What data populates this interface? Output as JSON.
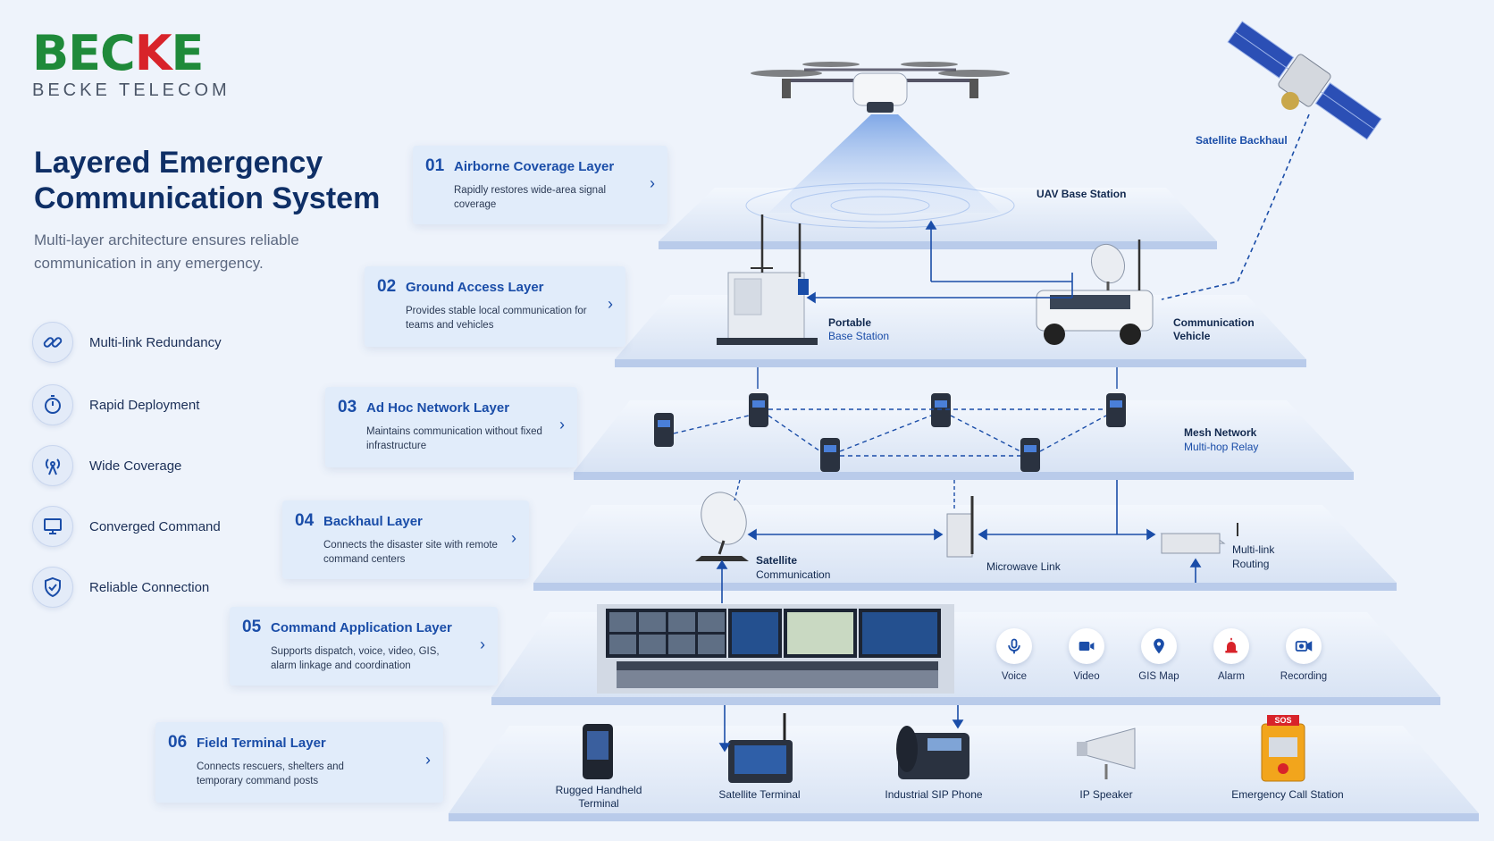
{
  "brand": {
    "logo_part1": "BEC",
    "logo_part2": "K",
    "logo_part3": "E",
    "tagline": "BECKE TELECOM"
  },
  "header": {
    "title": "Layered Emergency Communication System",
    "subtitle": "Multi-layer architecture ensures reliable communication in any emergency."
  },
  "features": [
    {
      "label": "Multi-link Redundancy",
      "icon": "link-icon"
    },
    {
      "label": "Rapid Deployment",
      "icon": "stopwatch-icon"
    },
    {
      "label": "Wide Coverage",
      "icon": "signal-tower-icon"
    },
    {
      "label": "Converged Command",
      "icon": "monitor-icon"
    },
    {
      "label": "Reliable Connection",
      "icon": "shield-check-icon"
    }
  ],
  "layers": [
    {
      "num": "01",
      "name": "Airborne Coverage Layer",
      "desc": "Rapidly restores wide-area signal coverage"
    },
    {
      "num": "02",
      "name": "Ground Access Layer",
      "desc": "Provides stable local communication for teams and vehicles"
    },
    {
      "num": "03",
      "name": "Ad Hoc Network Layer",
      "desc": "Maintains communication without fixed infrastructure"
    },
    {
      "num": "04",
      "name": "Backhaul Layer",
      "desc": "Connects the disaster site with remote command centers"
    },
    {
      "num": "05",
      "name": "Command Application Layer",
      "desc": "Supports dispatch, voice, video, GIS, alarm linkage and coordination"
    },
    {
      "num": "06",
      "name": "Field Terminal Layer",
      "desc": "Connects rescuers, shelters and temporary command posts"
    }
  ],
  "labels": {
    "satellite_backhaul": "Satellite Backhaul",
    "uav": "UAV Base Station",
    "portable_1": "Portable",
    "portable_2": "Base Station",
    "vehicle_1": "Communication",
    "vehicle_2": "Vehicle",
    "mesh_1": "Mesh Network",
    "mesh_2": "Multi-hop Relay",
    "satcom_1": "Satellite",
    "satcom_2": "Communication",
    "microwave": "Microwave Link",
    "multilink_1": "Multi-link",
    "multilink_2": "Routing"
  },
  "apps": [
    {
      "label": "Voice",
      "icon": "microphone-icon"
    },
    {
      "label": "Video",
      "icon": "video-camera-icon"
    },
    {
      "label": "GIS Map",
      "icon": "map-pin-icon"
    },
    {
      "label": "Alarm",
      "icon": "alarm-light-icon"
    },
    {
      "label": "Recording",
      "icon": "recording-icon"
    }
  ],
  "terminals": [
    {
      "label1": "Rugged Handheld",
      "label2": "Terminal"
    },
    {
      "label1": "Satellite Terminal",
      "label2": ""
    },
    {
      "label1": "Industrial SIP Phone",
      "label2": ""
    },
    {
      "label1": "IP Speaker",
      "label2": ""
    },
    {
      "label1": "Emergency Call Station",
      "label2": ""
    }
  ],
  "sos_text": "SOS",
  "colors": {
    "primary": "#1a4da8",
    "dark": "#0f2f66",
    "logo_green": "#1f8a3a",
    "logo_red": "#d8232a",
    "platform": "#dbe5f5"
  }
}
